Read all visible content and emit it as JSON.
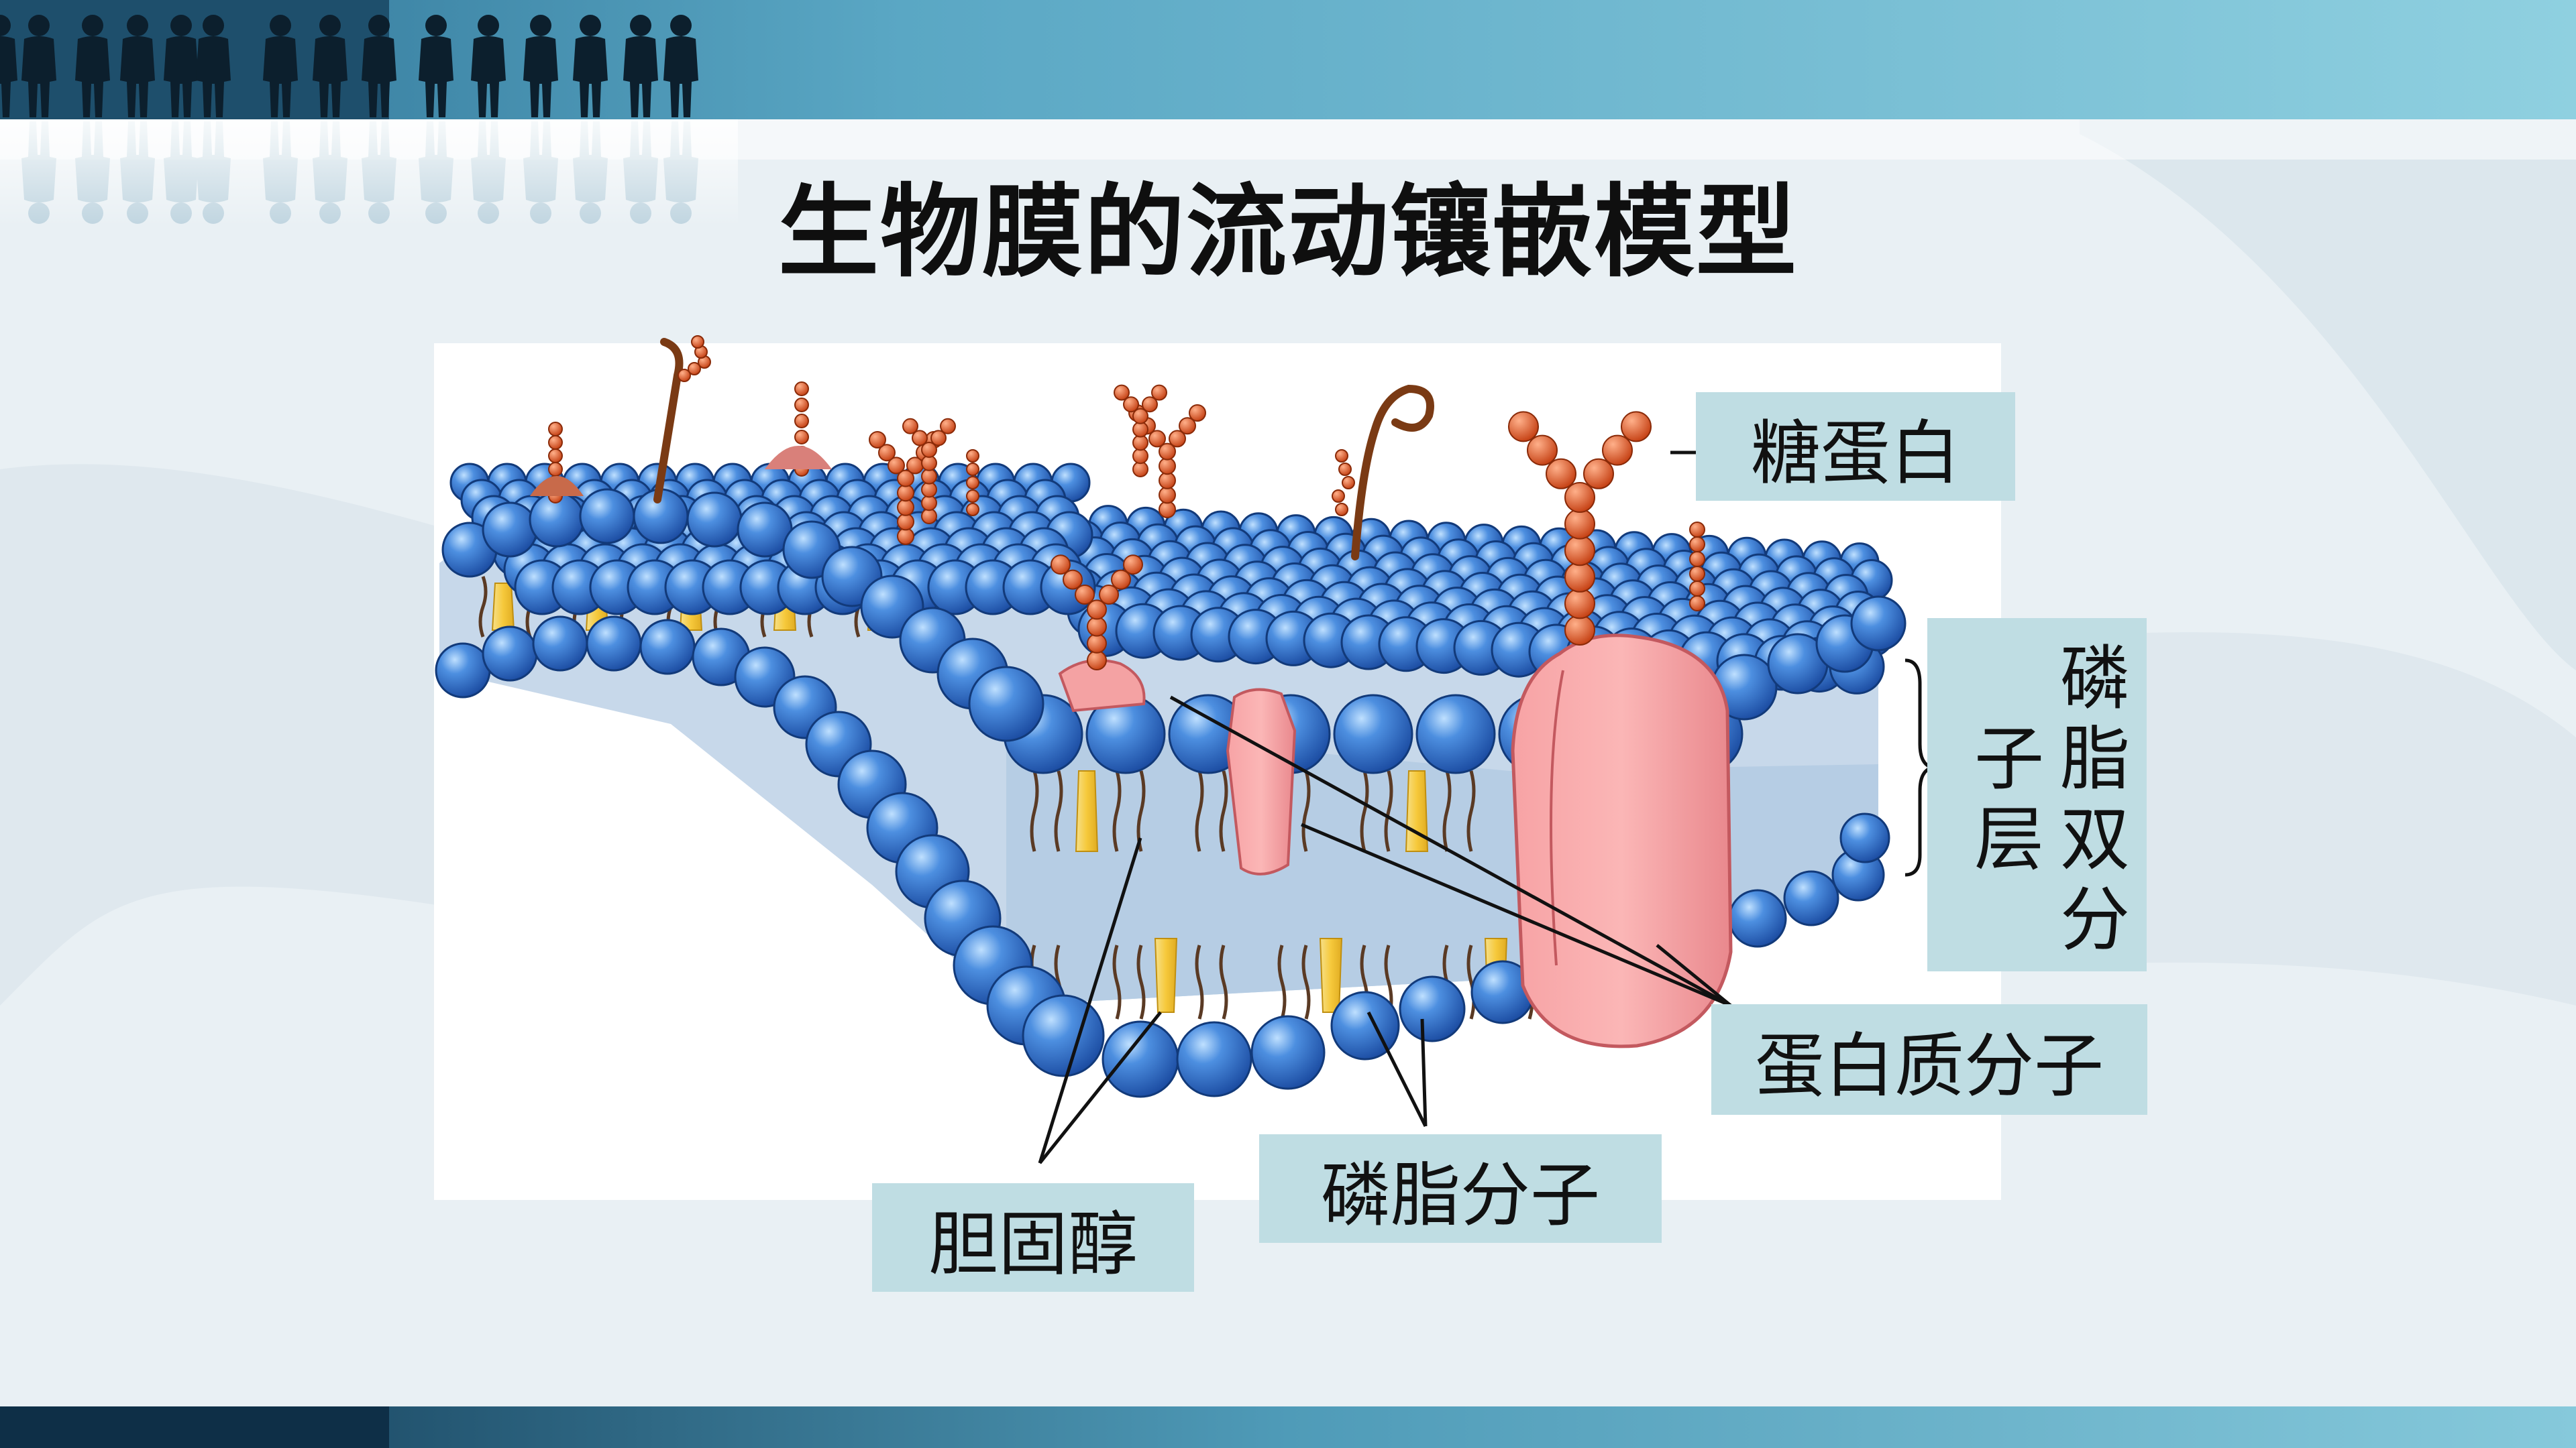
{
  "slide": {
    "title": "生物膜的流动镶嵌模型",
    "colors": {
      "banner_top": "#5aa7c4",
      "banner_bottom": "#0f3550",
      "label_bg": "#bfdde3",
      "phospholipid_head": "#2d6fc9",
      "protein": "#f59ca0",
      "sugar_chain": "#d9501d",
      "cholesterol": "#f4cf48"
    }
  },
  "labels": {
    "glycoprotein": "糖蛋白",
    "protein_molecule": "蛋白质分子",
    "phospholipid_molecule": "磷脂分子",
    "cholesterol": "胆固醇",
    "bilayer_col1": "磷脂双分",
    "bilayer_col2": "子层"
  },
  "icons": {
    "header_decoration": "business-people-silhouettes-icon"
  }
}
